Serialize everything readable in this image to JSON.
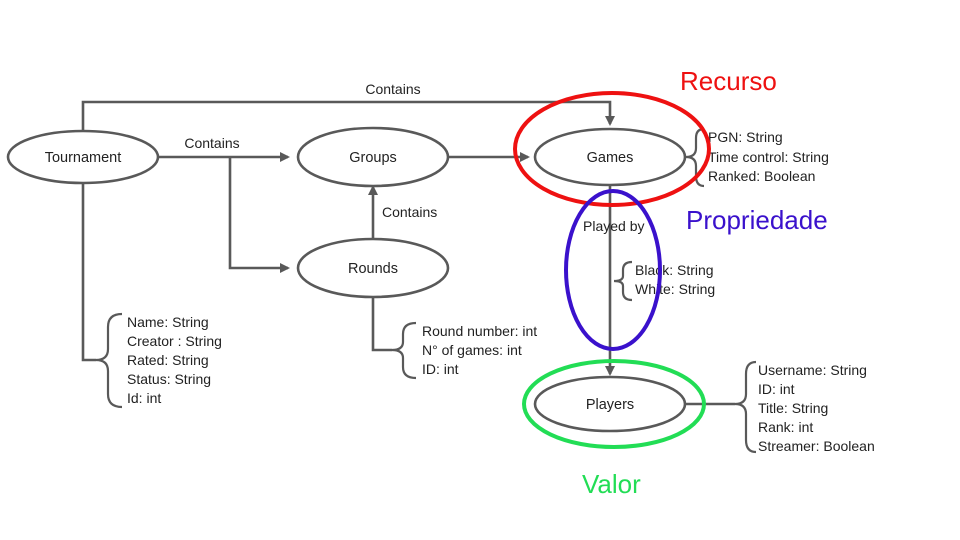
{
  "colors": {
    "stroke": "#595959",
    "text": "#222222",
    "recurso": "#ee1111",
    "propriedade": "#3a11cc",
    "valor": "#22dd55"
  },
  "nodes": {
    "tournament": "Tournament",
    "groups": "Groups",
    "games": "Games",
    "rounds": "Rounds",
    "players": "Players"
  },
  "edges": {
    "tournament_games": "Contains",
    "tournament_groups": "Contains",
    "rounds_groups": "Contains",
    "games_players": "Played by"
  },
  "properties": {
    "tournament": [
      "Name:  String",
      "Creator :  String",
      "Rated: String",
      "Status: String",
      "Id: int"
    ],
    "rounds": [
      "Round number: int",
      "N° of games: int",
      "ID: int"
    ],
    "games": [
      "PGN: String",
      "Time control: String",
      "Ranked: Boolean"
    ],
    "played_by": [
      "Black: String",
      "White: String"
    ],
    "players": [
      "Username: String",
      "ID: int",
      "Title: String",
      "Rank: int",
      "Streamer: Boolean"
    ]
  },
  "highlights": {
    "recurso": "Recurso",
    "propriedade": "Propriedade",
    "valor": "Valor"
  }
}
